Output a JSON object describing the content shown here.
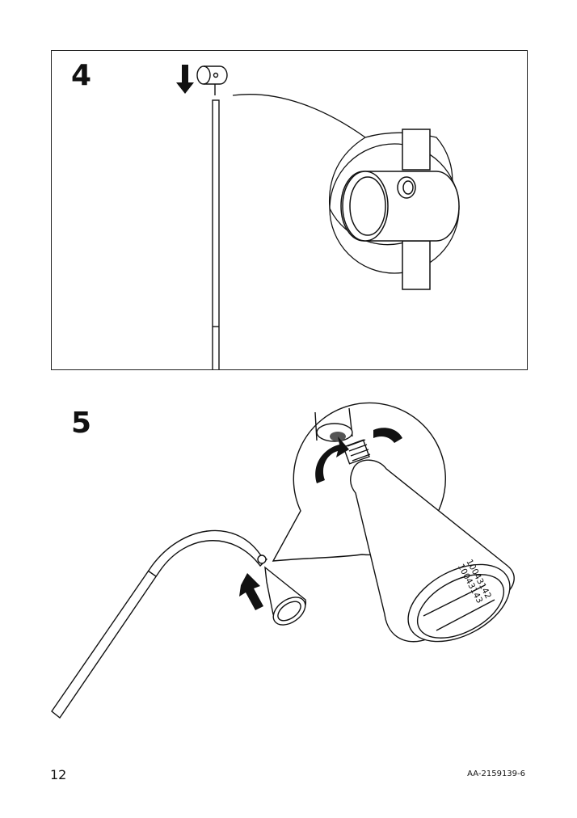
{
  "step4": {
    "number": "4"
  },
  "step5": {
    "number": "5",
    "article_numbers": [
      "10043142",
      "10043143"
    ]
  },
  "footer": {
    "page_number": "12",
    "document_id": "AA-2159139-6"
  }
}
